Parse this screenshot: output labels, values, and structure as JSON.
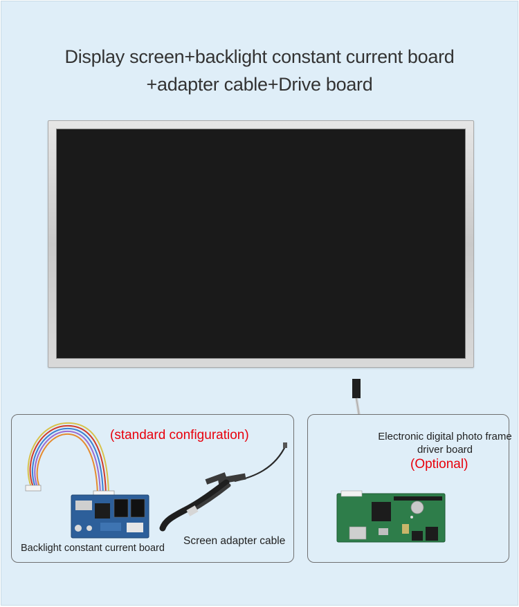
{
  "heading": {
    "line1": "Display screen+backlight constant current board",
    "line2": "+adapter cable+Drive board"
  },
  "standard_box": {
    "configuration_label": "(standard configuration)",
    "backlight_board_label": "Backlight constant current board",
    "adapter_cable_label": "Screen adapter cable"
  },
  "optional_box": {
    "driver_board_label": "Electronic digital photo frame driver board",
    "optional_label": "(Optional)"
  },
  "colors": {
    "background": "#dfeef8",
    "accent_red": "#e8000b",
    "screen": "#1a1a1a"
  }
}
